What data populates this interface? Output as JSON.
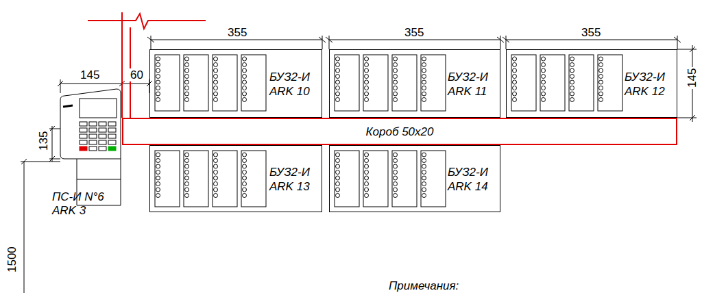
{
  "diagram": {
    "nodes": [
      {
        "text": [
          "БУЗ2-И ARK 10"
        ]
      },
      {
        "text": [
          "БУЗ2-И ARK 11"
        ]
      },
      {
        "text": [
          "БУЗ2-И ARK 12"
        ]
      },
      {
        "text": [
          "ПС-И N°6 ARK 3"
        ]
      },
      {
        "text": [
          "Короб 50x20"
        ]
      },
      {
        "text": [
          "БУЗ2-И ARK 13"
        ]
      },
      {
        "text": [
          "БУЗ2-И ARK 14"
        ]
      }
    ],
    "labels": [
      "355",
      "355",
      "355",
      "145",
      "60",
      "145",
      "135",
      "1500",
      "Примечания:"
    ]
  }
}
